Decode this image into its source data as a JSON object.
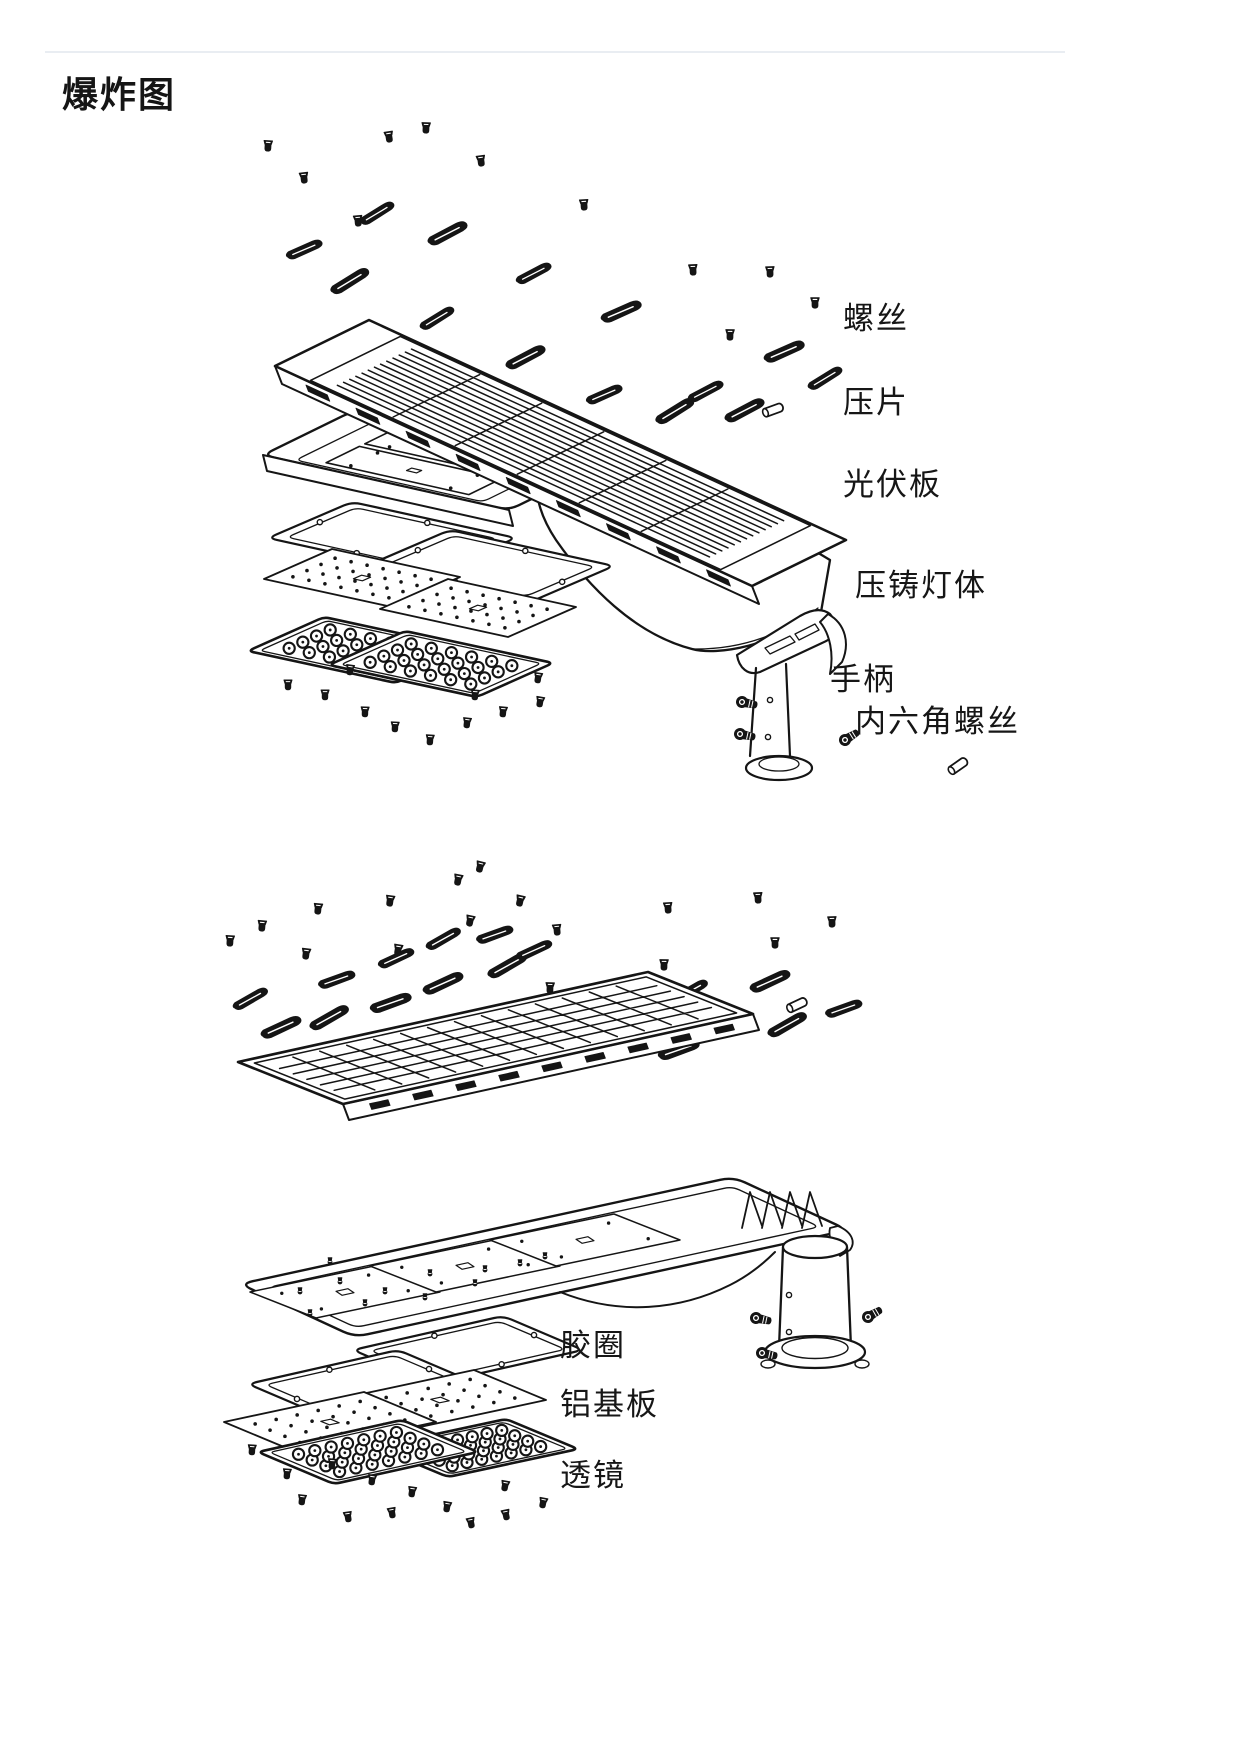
{
  "page": {
    "title": "爆炸图"
  },
  "colors": {
    "ink": "#151515",
    "background": "#ffffff",
    "rule": "#e9edf2"
  },
  "top_diagram": {
    "name": "solar-street-light-exploded-top-view",
    "labels": {
      "screws": "螺丝",
      "pressure_clip": "压片",
      "pv_panel": "光伏板",
      "die_cast_body": "压铸灯体",
      "handle": "手柄",
      "hex_socket_screws": "内六角螺丝"
    }
  },
  "bottom_diagram": {
    "name": "solar-street-light-exploded-bottom-view",
    "labels": {
      "rubber_gasket": "胶圈",
      "aluminum_pcb": "铝基板",
      "lens": "透镜"
    }
  },
  "icons": {
    "screw": "screw-icon",
    "pressure_clip": "clip-icon",
    "cylinder_pin": "pin-icon",
    "hex_socket_screw": "hex-screw-icon"
  }
}
